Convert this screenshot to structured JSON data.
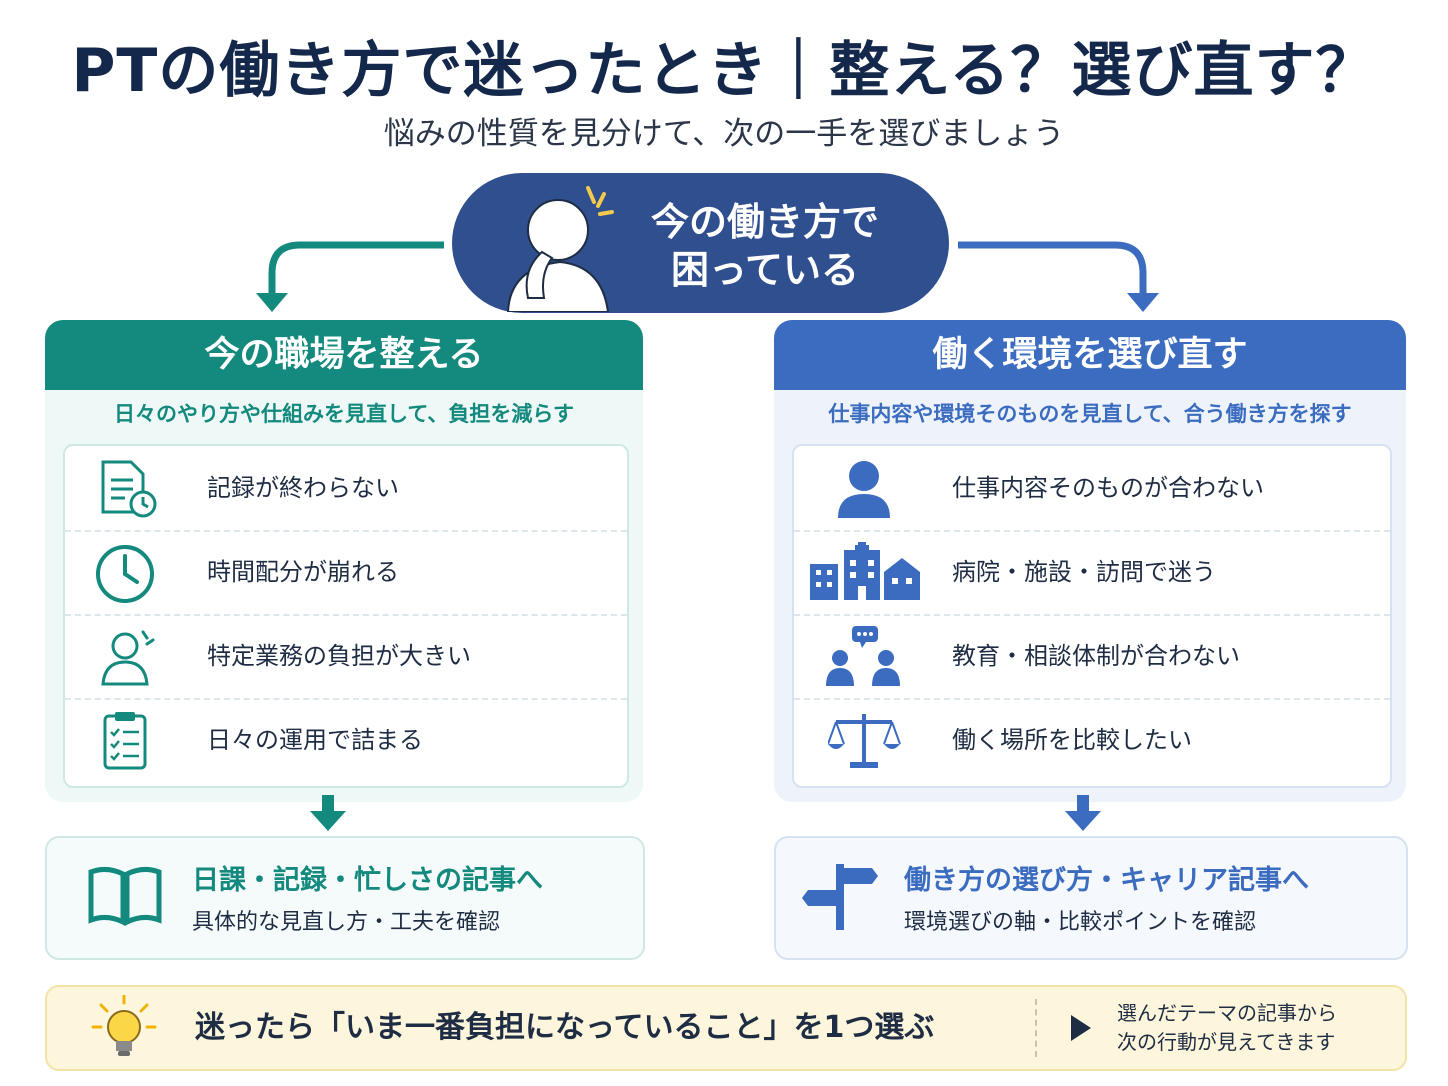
{
  "title": "PTの働き方で迷ったとき｜整える？選び直す？",
  "subtitle": "悩みの性質を見分けて、次の一手を選びましょう",
  "center": {
    "line1": "今の働き方で",
    "line2": "困っている"
  },
  "left": {
    "heading": "今の職場を整える",
    "description": "日々のやり方や仕組みを見直して、負担を減らす",
    "items": [
      {
        "label": "記録が終わらない",
        "icon": "document-clock-icon"
      },
      {
        "label": "時間配分が崩れる",
        "icon": "clock-icon"
      },
      {
        "label": "特定業務の負担が大きい",
        "icon": "stressed-person-icon"
      },
      {
        "label": "日々の運用で詰まる",
        "icon": "clipboard-checklist-icon"
      }
    ],
    "card": {
      "title": "日課・記録・忙しさの記事へ",
      "subtitle": "具体的な見直し方・工夫を確認",
      "icon": "open-book-icon"
    }
  },
  "right": {
    "heading": "働く環境を選び直す",
    "description": "仕事内容や環境そのものを見直して、合う働き方を探す",
    "items": [
      {
        "label": "仕事内容そのものが合わない",
        "icon": "person-icon"
      },
      {
        "label": "病院・施設・訪問で迷う",
        "icon": "buildings-icon"
      },
      {
        "label": "教育・相談体制が合わない",
        "icon": "group-chat-icon"
      },
      {
        "label": "働く場所を比較したい",
        "icon": "balance-scale-icon"
      }
    ],
    "card": {
      "title": "働き方の選び方・キャリア記事へ",
      "subtitle": "環境選びの軸・比較ポイントを確認",
      "icon": "signpost-icon"
    }
  },
  "tip": {
    "main": "迷ったら「いま一番負担になっていること」を1つ選ぶ",
    "note_line1": "選んだテーマの記事から",
    "note_line2": "次の行動が見えてきます",
    "icon": "lightbulb-icon"
  },
  "colors": {
    "green": "#14897e",
    "blue": "#3b6cbf",
    "navy": "#2f4f8f",
    "tip_bg": "#fdf6dc"
  }
}
